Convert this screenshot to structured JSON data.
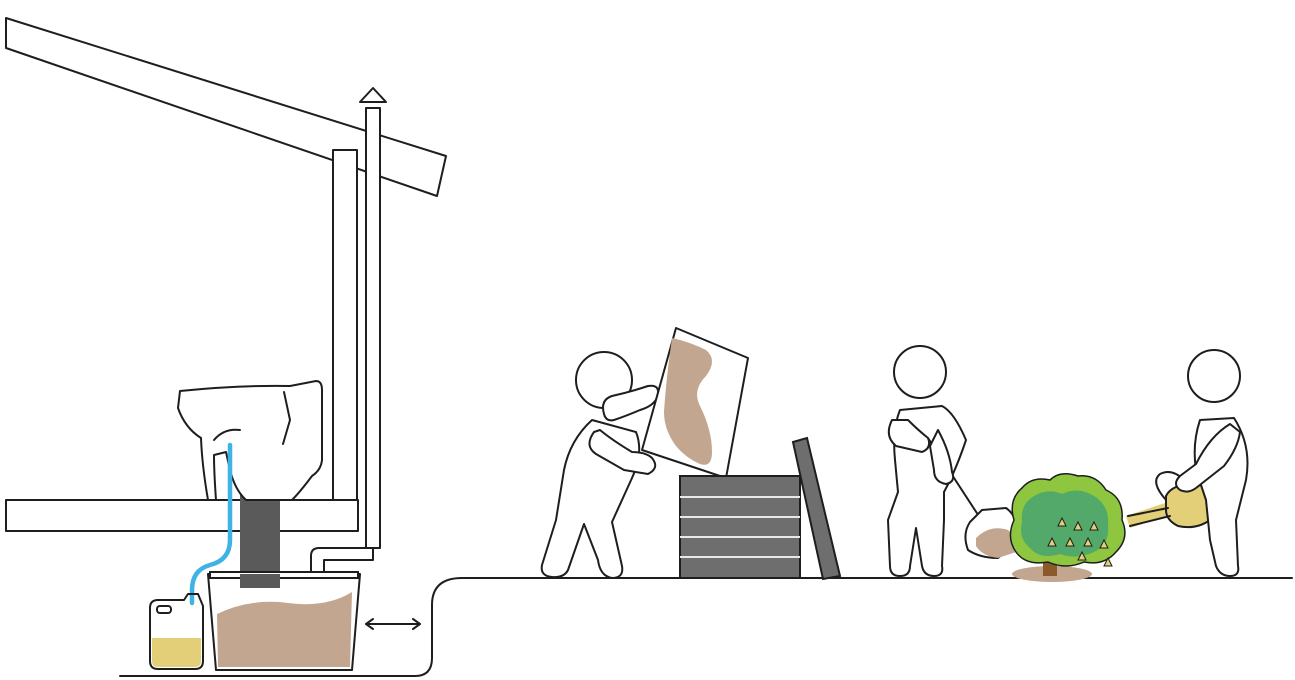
{
  "diagram": {
    "kind": "urine-diverting dry toilet reuse illustration",
    "components": [
      "roof",
      "vent-pipe",
      "toilet-pedestal",
      "urine-pipe",
      "urine-jerrycan",
      "feces-container",
      "drop-chute",
      "slide-arrow",
      "ground-ramp",
      "person-emptying-bucket",
      "compost-bin",
      "compost-bin-lid",
      "person-shoveling",
      "tree",
      "person-watering"
    ]
  },
  "colors": {
    "outline": "#1e1e1e",
    "urine": "#e3cf78",
    "feces": "#c2a68f",
    "pipe": "#3fb3e6",
    "chute": "#5a5a5a",
    "bin": "#6e6e6e",
    "tree_light": "#8ec63f",
    "tree_dark": "#52a96a",
    "trunk": "#8a5a2b"
  }
}
